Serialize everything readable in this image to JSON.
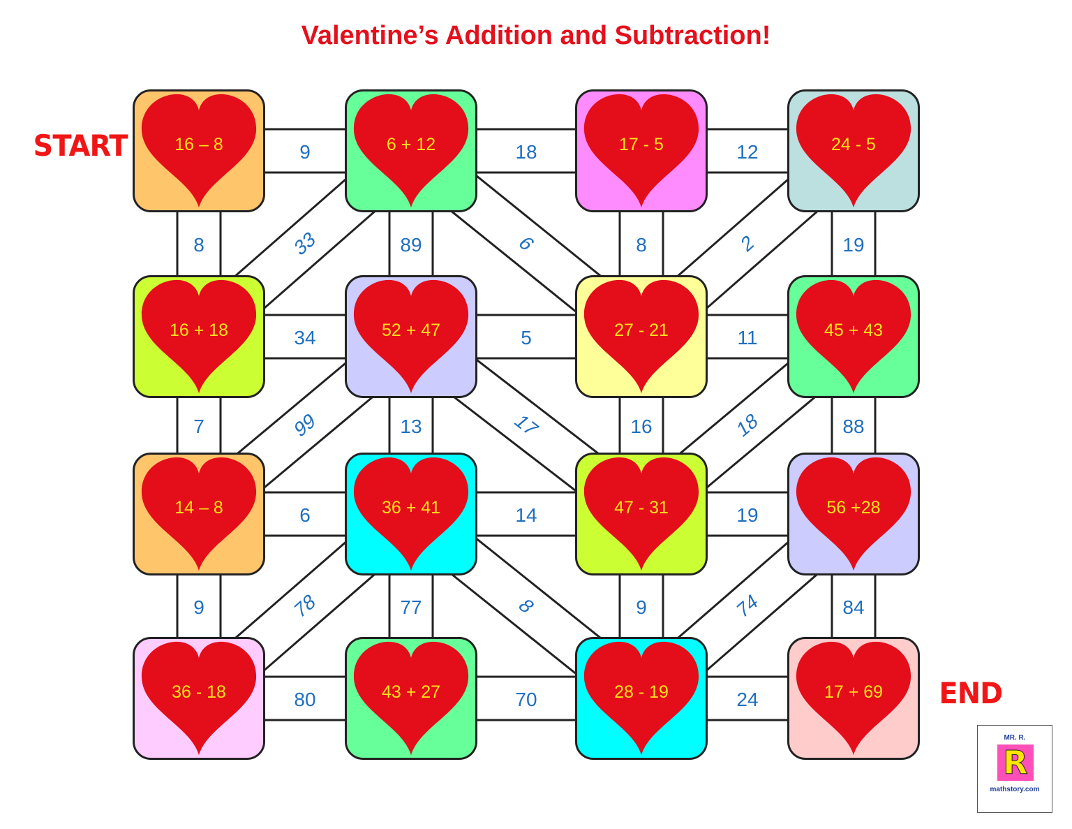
{
  "title": "Valentine’s Addition and Subtraction!",
  "start_label": "START",
  "end_label": "END",
  "logo": {
    "top": "MR. R.",
    "letter": "R",
    "bottom": "mathstory.com"
  },
  "colors": {
    "heart": "#e40d1a",
    "expression": "#ffe21a",
    "path_number": "#1f6fbf",
    "title": "#e4101c"
  },
  "tiles": [
    {
      "expr": "16 – 8",
      "bg": "#ffc56b"
    },
    {
      "expr": "6 + 12",
      "bg": "#66ff99"
    },
    {
      "expr": "17 - 5",
      "bg": "#ff8cff"
    },
    {
      "expr": "24 - 5",
      "bg": "#bcdfe0"
    },
    {
      "expr": "16 + 18",
      "bg": "#ccff33"
    },
    {
      "expr": "52 + 47",
      "bg": "#ccccff"
    },
    {
      "expr": "27 - 21",
      "bg": "#ffff99"
    },
    {
      "expr": "45 + 43",
      "bg": "#66ff99"
    },
    {
      "expr": "14 – 8",
      "bg": "#ffc56b"
    },
    {
      "expr": "36 + 41",
      "bg": "#00ffff"
    },
    {
      "expr": "47 - 31",
      "bg": "#ccff33"
    },
    {
      "expr": "56 +28",
      "bg": "#ccccff"
    },
    {
      "expr": "36 - 18",
      "bg": "#ffccff"
    },
    {
      "expr": "43 + 27",
      "bg": "#66ff99"
    },
    {
      "expr": "28 - 19",
      "bg": "#00ffff"
    },
    {
      "expr": "17 + 69",
      "bg": "#ffcccc"
    }
  ],
  "paths": [
    {
      "label": "9"
    },
    {
      "label": "18"
    },
    {
      "label": "12"
    },
    {
      "label": "34"
    },
    {
      "label": "5"
    },
    {
      "label": "11"
    },
    {
      "label": "6"
    },
    {
      "label": "14"
    },
    {
      "label": "19"
    },
    {
      "label": "80"
    },
    {
      "label": "70"
    },
    {
      "label": "24"
    },
    {
      "label": "8"
    },
    {
      "label": "89"
    },
    {
      "label": "8"
    },
    {
      "label": "19"
    },
    {
      "label": "7"
    },
    {
      "label": "13"
    },
    {
      "label": "16"
    },
    {
      "label": "88"
    },
    {
      "label": "9"
    },
    {
      "label": "77"
    },
    {
      "label": "9"
    },
    {
      "label": "84"
    },
    {
      "label": "33"
    },
    {
      "label": "6"
    },
    {
      "label": "2"
    },
    {
      "label": "99"
    },
    {
      "label": "17"
    },
    {
      "label": "18"
    },
    {
      "label": "78"
    },
    {
      "label": "8"
    },
    {
      "label": "74"
    }
  ]
}
